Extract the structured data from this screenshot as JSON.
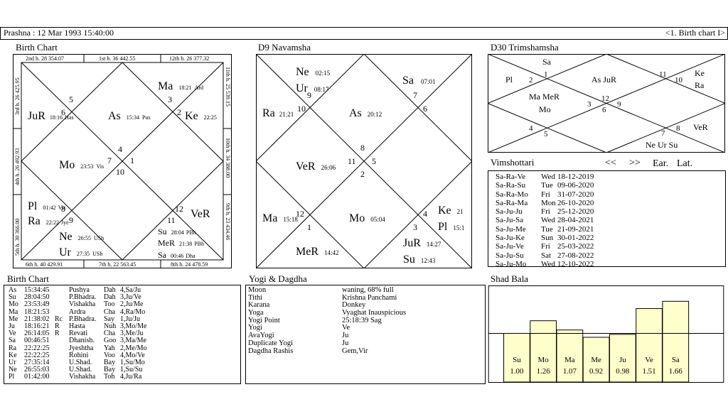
{
  "header": {
    "left_text": "Prashna :  12 Mar 1993  15:40:00",
    "right_text": "<1. Birth chart I>"
  },
  "panels": {
    "birth_chart_title": "Birth Chart",
    "navamsha_title": "D9 Navamsha",
    "trimshamsha_title": "D30 Trimshamsha",
    "vimshottari_title": "Vimshottari",
    "planet_table_title": "Birth Chart",
    "yogi_title": "Yogi & Dagdha",
    "shad_bala_title": "Shad Bala"
  },
  "vimshottari_controls": {
    "prev": "<<",
    "next": ">>",
    "ear": "Ear.",
    "lat": "Lat."
  },
  "birth_chart": {
    "border_labels": {
      "top1": "2nd h.  28  354.07",
      "top2": "1st h.  36  442.55",
      "top3": "12th h.  26  377.32",
      "bottom1": "6th h.  40  429.91",
      "bottom2": "7th h.  22  563.45",
      "bottom3": "8th h.  24  478.59",
      "left1": "3rd h.  26  425.95",
      "left2": "4th h.  26  492.93",
      "left3": "5th h.  30  366.00",
      "right1": "11th h.  25  539.15",
      "right2": "10th h.  34  388.00",
      "right3": "9th h.  23  434.46"
    },
    "signs": [
      "5",
      "6",
      "3",
      "2",
      "4",
      "7",
      "1",
      "10",
      "8",
      "9",
      "12",
      "11"
    ],
    "planets": [
      {
        "name": "Ma",
        "deg": "18:21",
        "nak": "Ard"
      },
      {
        "name": "Ke",
        "deg": "22:25",
        "nak": ""
      },
      {
        "name": "JuR",
        "deg": "18:16",
        "nak": "Has"
      },
      {
        "name": "As",
        "deg": "15:34",
        "nak": "Pus"
      },
      {
        "name": "Mo",
        "deg": "23:53",
        "nak": "Vis"
      },
      {
        "name": "Pl",
        "deg": "01:42",
        "nak": "Vis"
      },
      {
        "name": "Ra",
        "deg": "22:22",
        "nak": "Jye"
      },
      {
        "name": "Ne",
        "deg": "26:55",
        "nak": "USh"
      },
      {
        "name": "Ur",
        "deg": "27:35",
        "nak": "USh"
      },
      {
        "name": "VeR",
        "deg": "",
        "nak": ""
      },
      {
        "name": "Su",
        "deg": "28:04",
        "nak": "PBh"
      },
      {
        "name": "MeR",
        "deg": "21:38",
        "nak": "PBh"
      },
      {
        "name": "Sa",
        "deg": "00:46",
        "nak": "Dha"
      }
    ]
  },
  "navamsha": {
    "signs": [
      "9",
      "10",
      "7",
      "6",
      "8",
      "11",
      "5",
      "2",
      "12",
      "1",
      "4",
      "3"
    ],
    "planets": [
      {
        "name": "Ne",
        "deg": "02:15"
      },
      {
        "name": "Ur",
        "deg": "08:17"
      },
      {
        "name": "Sa",
        "deg": "07:01"
      },
      {
        "name": "Ra",
        "deg": "21:21"
      },
      {
        "name": "As",
        "deg": "20:12"
      },
      {
        "name": "VeR",
        "deg": "26:06"
      },
      {
        "name": "Ma",
        "deg": "15:18"
      },
      {
        "name": "Mo",
        "deg": "05:04"
      },
      {
        "name": "Ke",
        "deg": "21"
      },
      {
        "name": "Pl",
        "deg": "15:1"
      },
      {
        "name": "MeR",
        "deg": "14:42"
      },
      {
        "name": "JuR",
        "deg": "14:27"
      },
      {
        "name": "Su",
        "deg": "12:43"
      }
    ]
  },
  "trimshamsha": {
    "signs": [
      "1",
      "2",
      "11",
      "10",
      "3",
      "12",
      "9",
      "6",
      "4",
      "5",
      "7",
      "8"
    ],
    "planets": [
      "Sa",
      "Pl",
      "As JuR",
      "Ke",
      "Ra",
      "Ma MeR",
      "Mo",
      "VeR",
      "Ne Ur Su"
    ]
  },
  "vimshottari": [
    {
      "period": "Sa-Ra-Ve",
      "day": "Wed",
      "date": "18-12-2019"
    },
    {
      "period": "Sa-Ra-Su",
      "day": "Tue",
      "date": "09-06-2020"
    },
    {
      "period": "Sa-Ra-Mo",
      "day": "Fri",
      "date": "31-07-2020"
    },
    {
      "period": "Sa-Ra-Ma",
      "day": "Mon",
      "date": "26-10-2020"
    },
    {
      "period": "Sa-Ju-Ju",
      "day": "Fri",
      "date": "25-12-2020"
    },
    {
      "period": "Sa-Ju-Sa",
      "day": "Wed",
      "date": "28-04-2021"
    },
    {
      "period": "Sa-Ju-Me",
      "day": "Tue",
      "date": "21-09-2021"
    },
    {
      "period": "Sa-Ju-Ke",
      "day": "Sun",
      "date": "30-01-2022"
    },
    {
      "period": "Sa-Ju-Ve",
      "day": "Fri",
      "date": "25-03-2022"
    },
    {
      "period": "Sa-Ju-Su",
      "day": "Sat",
      "date": "27-08-2022"
    },
    {
      "period": "Sa-Ju-Mo",
      "day": "Wed",
      "date": "12-10-2022"
    }
  ],
  "planet_table": [
    {
      "p": "As",
      "deg": "15:34:45",
      "r": "",
      "nak": "Pushya",
      "pada_lord": "Dah",
      "info": "4,Sa/Ju"
    },
    {
      "p": "Su",
      "deg": "28:04:50",
      "r": "",
      "nak": "P.Bhadra.",
      "pada_lord": "Dah",
      "info": "3,Ju/Ve"
    },
    {
      "p": "Mo",
      "deg": "23:53:49",
      "r": "",
      "nak": "Vishakha",
      "pada_lord": "Too",
      "info": "2,Ju/Me"
    },
    {
      "p": "Ma",
      "deg": "18:21:53",
      "r": "",
      "nak": "Ardra",
      "pada_lord": "Cha",
      "info": "4,Ra/Mo"
    },
    {
      "p": "Me",
      "deg": "21:38:02",
      "r": "Rc",
      "nak": "P.Bhadra.",
      "pada_lord": "Say",
      "info": "1,Ju/Ju"
    },
    {
      "p": "Ju",
      "deg": "18:16:21",
      "r": "R",
      "nak": "Hasta",
      "pada_lord": "Nuh",
      "info": "3,Mo/Me"
    },
    {
      "p": "Ve",
      "deg": "26:14:05",
      "r": "R",
      "nak": "Revati",
      "pada_lord": "Cha",
      "info": "3,Me/Ju"
    },
    {
      "p": "Sa",
      "deg": "00:46:51",
      "r": "",
      "nak": "Dhanish.",
      "pada_lord": "Goo",
      "info": "3,Ma/Me"
    },
    {
      "p": "Ra",
      "deg": "22:22:25",
      "r": "",
      "nak": "Jyeshtha",
      "pada_lord": "Yah",
      "info": "2,Me/Mo"
    },
    {
      "p": "Ke",
      "deg": "22:22:25",
      "r": "",
      "nak": "Rohini",
      "pada_lord": "Voo",
      "info": "4,Mo/Ve"
    },
    {
      "p": "Ur",
      "deg": "27:35:14",
      "r": "",
      "nak": "U.Shad.",
      "pada_lord": "Bay",
      "info": "1,Su/Mo"
    },
    {
      "p": "Ne",
      "deg": "26:55:03",
      "r": "",
      "nak": "U.Shad.",
      "pada_lord": "Bay",
      "info": "1,Su/Su"
    },
    {
      "p": "Pl",
      "deg": "01:42:00",
      "r": "",
      "nak": "Vishakha",
      "pada_lord": "Toh",
      "info": "4,Ju/Ra"
    }
  ],
  "yogi_dagdha": [
    {
      "label": "Moon",
      "value": "waning, 68% full"
    },
    {
      "label": "Tithi",
      "value": "Krishna  Panchami"
    },
    {
      "label": "Karana",
      "value": "Donkey"
    },
    {
      "label": "Yoga",
      "value": "Vyaghat Inauspicious"
    },
    {
      "label": "Yogi Point",
      "value": "25:18:39 Sag"
    },
    {
      "label": "Yogi",
      "value": "Ve"
    },
    {
      "label": "AvaYogi",
      "value": "Ju"
    },
    {
      "label": "Duplicate Yogi",
      "value": "Ju"
    },
    {
      "label": "Dagdha Rashis",
      "value": "Gem,Vir"
    }
  ],
  "shad_bala": {
    "baseline": 1.0,
    "max": 1.8,
    "bar_color": "#ffffcc",
    "bars": [
      {
        "planet": "Su",
        "value": 1.0,
        "label": "1.00"
      },
      {
        "planet": "Mo",
        "value": 1.26,
        "label": "1.26"
      },
      {
        "planet": "Ma",
        "value": 1.07,
        "label": "1.07"
      },
      {
        "planet": "Me",
        "value": 0.92,
        "label": "0.92"
      },
      {
        "planet": "Ju",
        "value": 0.98,
        "label": "0.98"
      },
      {
        "planet": "Ve",
        "value": 1.51,
        "label": "1.51"
      },
      {
        "planet": "Sa",
        "value": 1.66,
        "label": "1.66"
      }
    ]
  }
}
